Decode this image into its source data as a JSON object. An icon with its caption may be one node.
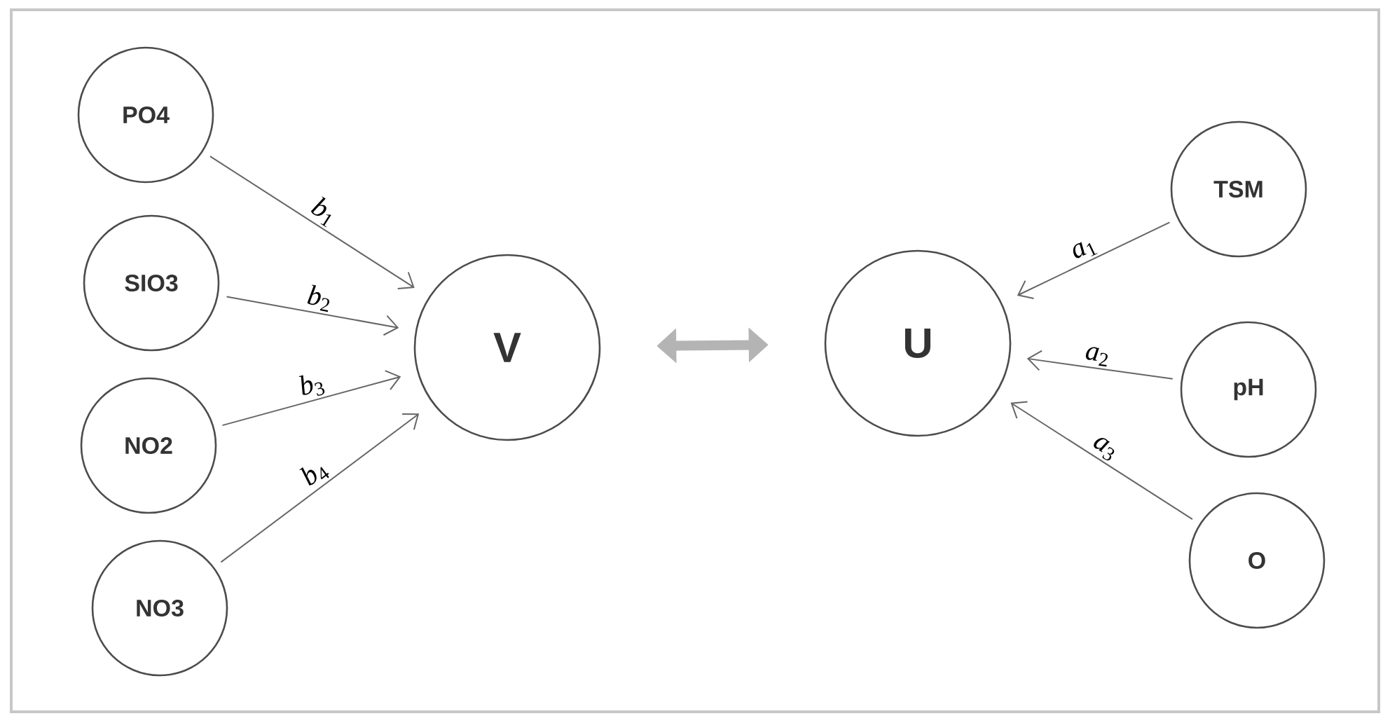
{
  "diagram": {
    "nodes": [
      {
        "text": [
          "PO4"
        ]
      },
      {
        "text": [
          "SIO3"
        ]
      },
      {
        "text": [
          "NO2"
        ]
      },
      {
        "text": [
          "NO3"
        ]
      },
      {
        "text": [
          "V"
        ]
      },
      {
        "text": [
          "U"
        ]
      },
      {
        "text": [
          "TSM"
        ]
      },
      {
        "text": [
          "pH"
        ]
      },
      {
        "text": [
          "O"
        ]
      }
    ],
    "edges": [
      {
        "from": 0,
        "to": 4,
        "arrow": "to",
        "label": "*b*$_{1}$"
      },
      {
        "from": 1,
        "to": 4,
        "arrow": "to",
        "label": "*b*$_{2}$"
      },
      {
        "from": 2,
        "to": 4,
        "arrow": "to",
        "label": "*b*$_{3}$"
      },
      {
        "from": 3,
        "to": 4,
        "arrow": "to",
        "label": "*b*$_{4}$"
      },
      {
        "from": 6,
        "to": 5,
        "arrow": "to",
        "label": "*a*$_{1}$"
      },
      {
        "from": 7,
        "to": 5,
        "arrow": "to",
        "label": "*a*$_{2}$"
      },
      {
        "from": 8,
        "to": 5,
        "arrow": "to",
        "label": "*a*$_{3}$"
      },
      {
        "from": 4,
        "to": 5,
        "arrow": "both",
        "style": "thick",
        "color": "#b4b4b4"
      }
    ]
  }
}
